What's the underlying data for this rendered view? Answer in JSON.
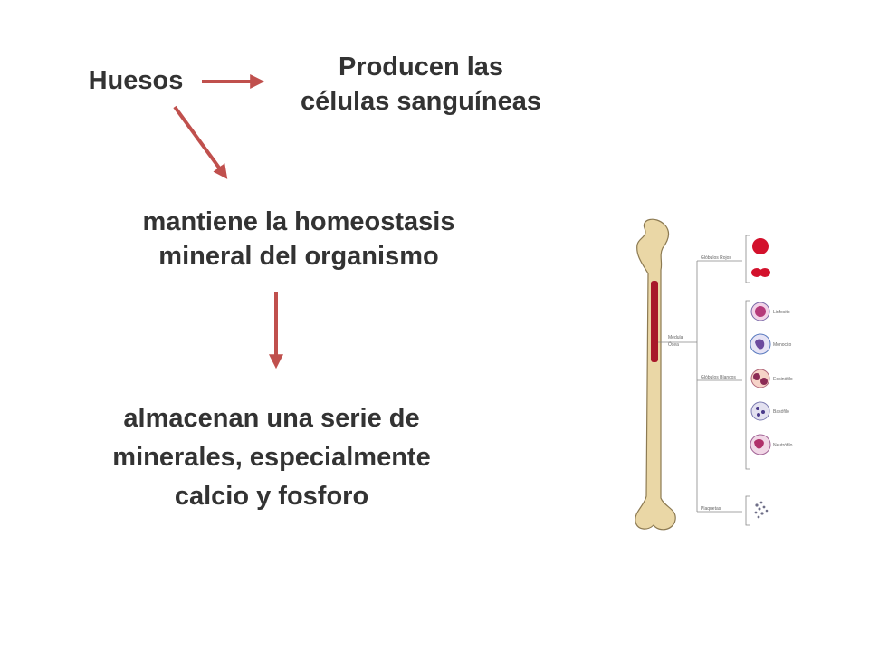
{
  "nodes": {
    "bones": "Huesos",
    "blood_cells": [
      "Producen  las",
      "células sanguíneas"
    ],
    "homeostasis": [
      "mantiene la homeostasis",
      "mineral del organismo"
    ],
    "minerals": [
      "almacenan una serie de",
      "minerales, especialmente",
      "calcio y fosforo"
    ]
  },
  "figure": {
    "labels": {
      "red_cells": "Glóbulos Rojos",
      "marrow": [
        "Médula",
        "Ósea"
      ],
      "white_cells": "Glóbulos Blancos",
      "platelets": "Plaquetas",
      "cells": [
        "Linfocito",
        "Monocito",
        "Eosinófilo",
        "Basófilo",
        "Neutrófilo"
      ]
    }
  },
  "colors": {
    "arrow": "#c0504d",
    "text": "#333333",
    "bone": "#ead7a6",
    "marrow": "#a8182a"
  }
}
